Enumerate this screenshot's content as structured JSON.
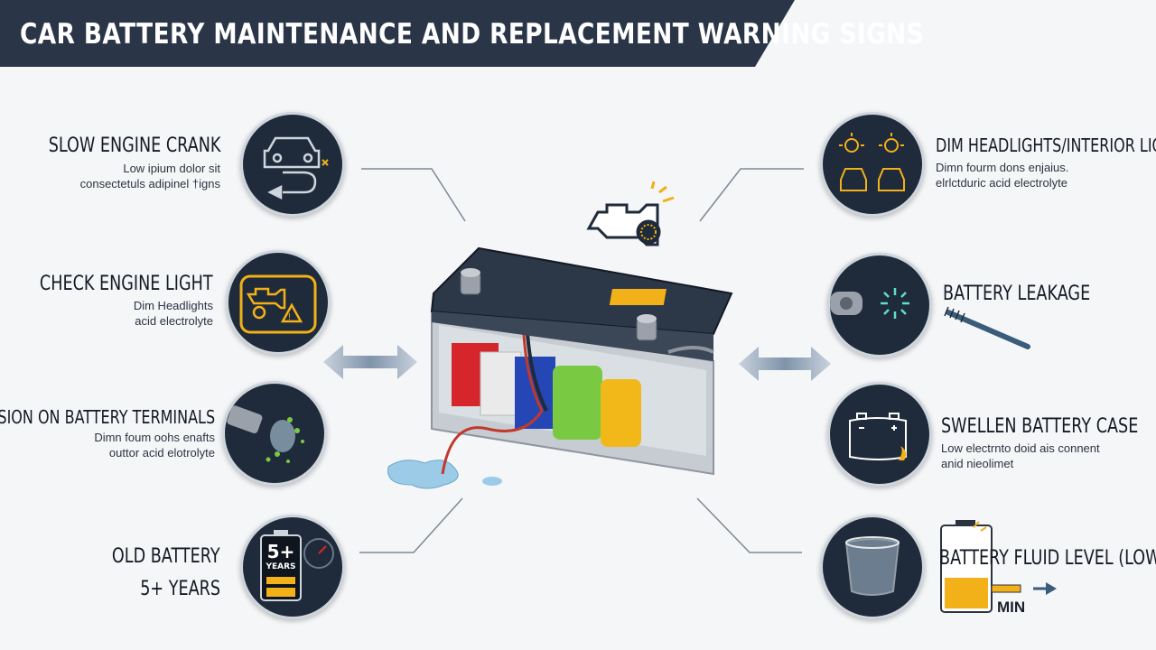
{
  "header": {
    "title": "CAR BATTERY MAINTENANCE AND REPLACEMENT WARNING SIGNS"
  },
  "signs_left": [
    {
      "title": "SLOW ENGINE CRANK",
      "desc": [
        "Low ipium dolor sit",
        "consectetuls adipinel †igns"
      ],
      "icon": "car-crank-icon"
    },
    {
      "title": "CHECK ENGINE LIGHT",
      "desc": [
        "Dim Headlights",
        "acid electrolyte"
      ],
      "icon": "engine-warning-icon"
    },
    {
      "title": "CORROSION ON BATTERY TERMINALS",
      "desc": [
        "Dimn foum oohs enafts",
        "outtor acid elotrolyte"
      ],
      "icon": "corroded-terminal-icon"
    },
    {
      "title": "OLD BATTERY",
      "title2": "5+ YEARS",
      "icon_text": [
        "5+",
        "YEARS"
      ],
      "icon": "old-battery-icon"
    }
  ],
  "signs_right": [
    {
      "title": "DIM HEADLIGHTS/INTERIOR LIGHTS",
      "desc": [
        "Dimn fourm dons enjaius.",
        "elrlctduric acid electrolyte"
      ],
      "icon": "dim-headlights-icon"
    },
    {
      "title": "BATTERY LEAKAGE",
      "icon": "leakage-icon"
    },
    {
      "title": "SWELLEN BATTERY CASE",
      "desc": [
        "Low electrnto doid ais connent",
        "anid nieolimet"
      ],
      "icon": "swollen-case-icon"
    },
    {
      "title": "BATTERY FLUID LEVEL (LOW)",
      "min_label": "MIN",
      "icon": "fluid-level-icon"
    }
  ],
  "colors": {
    "banner": "#2a3547",
    "circle_bg": "#1f2b3b",
    "warning_yellow": "#f2b019",
    "battery_top": "#2c3748",
    "cell_red": "#d7262b",
    "cell_blue": "#2546b5",
    "cell_green": "#7ac943",
    "cell_yellow": "#f2b719",
    "fluid_blue": "#9ccbe8"
  }
}
